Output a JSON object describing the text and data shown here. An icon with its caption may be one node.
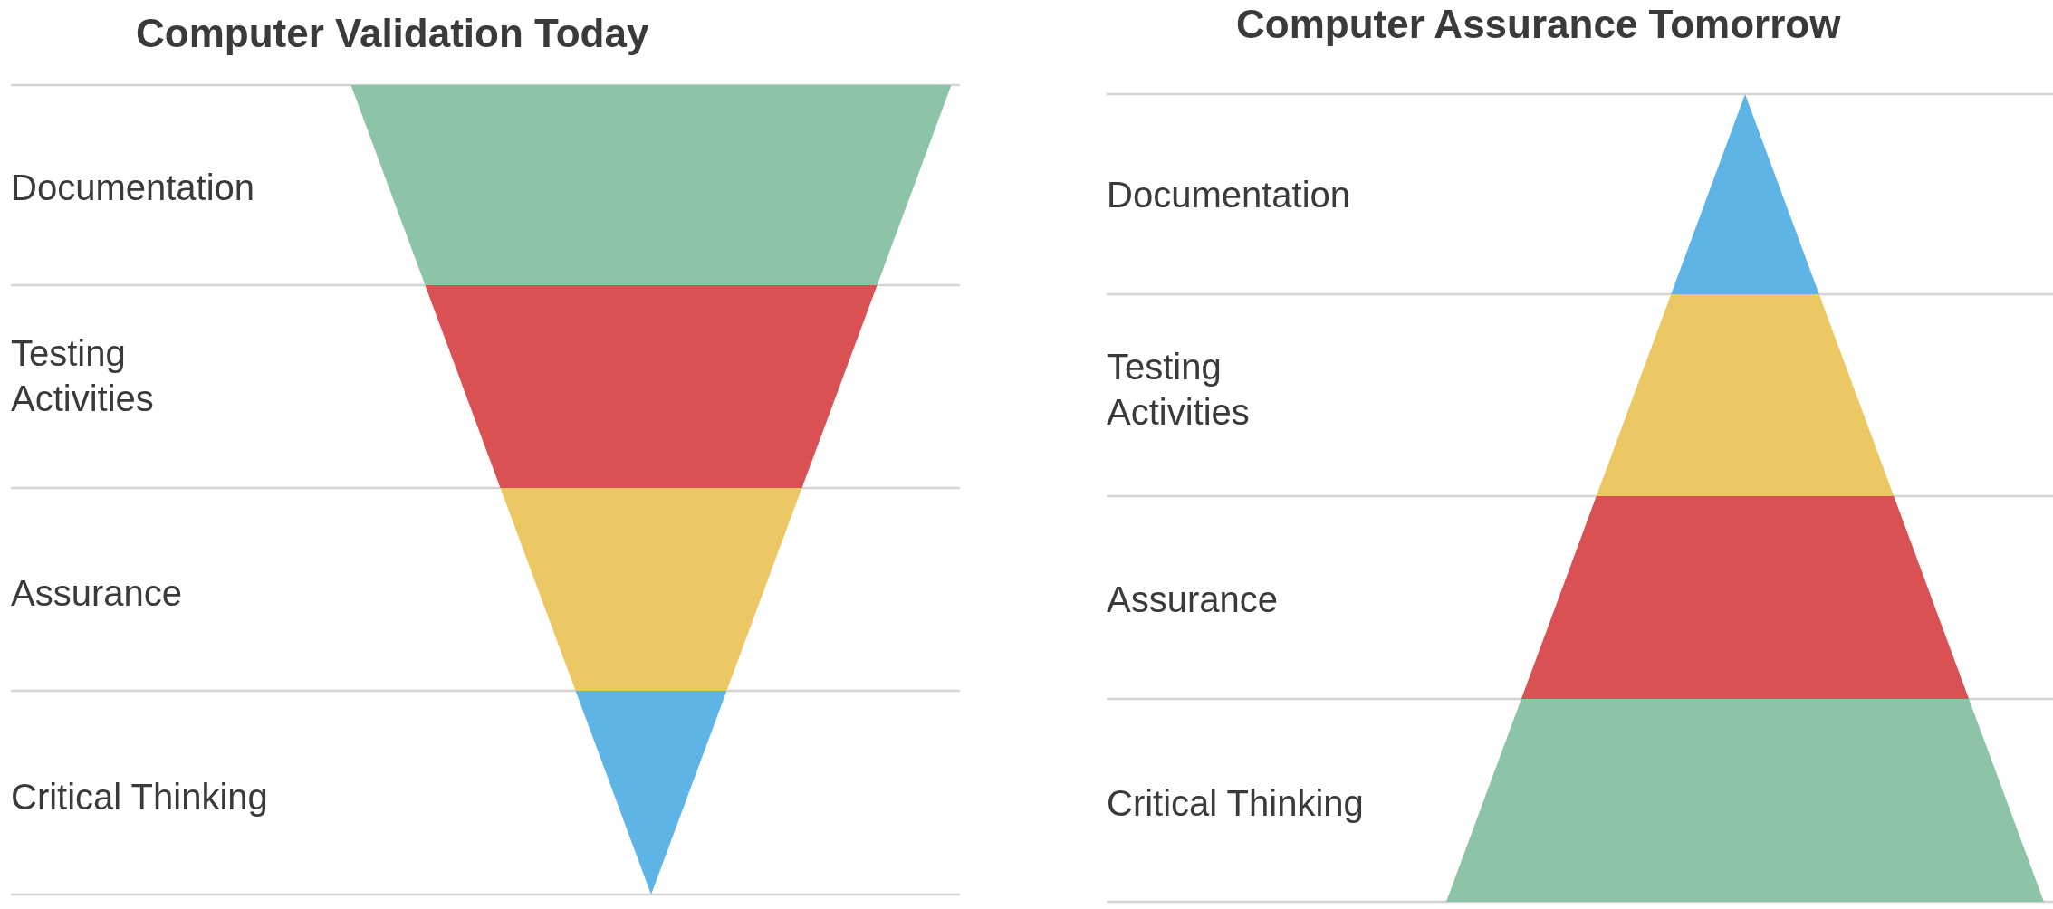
{
  "diagram": {
    "nodes": [
      {
        "text": [],
        "shape": "trapezoid"
      },
      {
        "text": [],
        "shape": "trapezoid"
      },
      {
        "text": [],
        "shape": "trapezoid"
      },
      {
        "text": [],
        "shape": "triangle"
      },
      {
        "text": [],
        "shape": "triangle"
      },
      {
        "text": [],
        "shape": "trapezoid"
      },
      {
        "text": [],
        "shape": "trapezoid"
      },
      {
        "text": [],
        "shape": "trapezoid"
      }
    ],
    "labels": [
      "Computer Validation Today",
      "Documentation",
      "Testing Activities",
      "Assurance",
      "Critical Thinking",
      "Computer Assurance Tomorrow",
      "Documentation",
      "Testing Activities",
      "Assurance",
      "Critical Thinking"
    ]
  }
}
